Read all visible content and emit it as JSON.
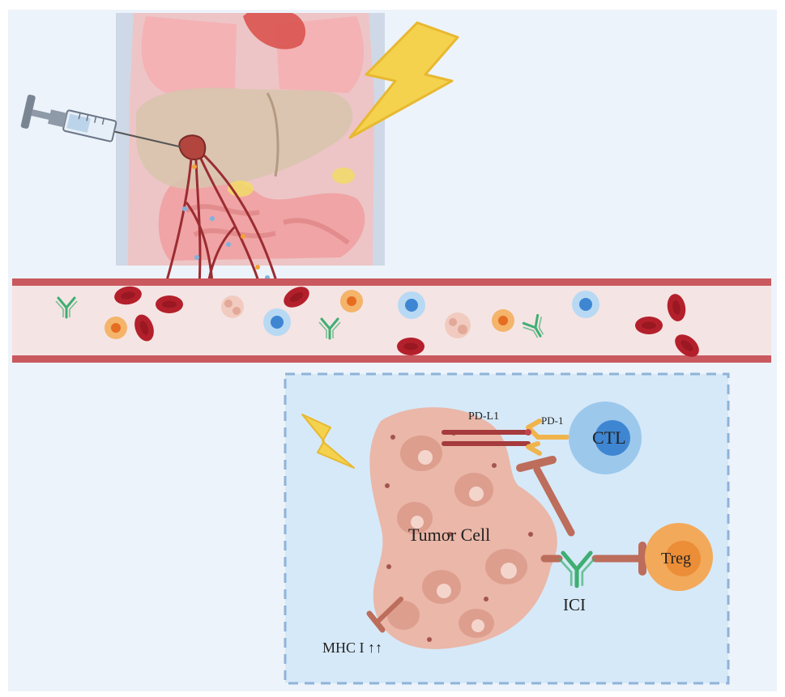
{
  "labels": {
    "pdl1": "PD-L1",
    "pd1": "PD-1",
    "ctl": "CTL",
    "tumor_cell": "Tumor Cell",
    "treg": "Treg",
    "ici": "ICI",
    "mhc": "MHC I ↑↑"
  },
  "icons": [
    "syringe-icon",
    "lightning-icon",
    "antibody-icon",
    "liver-icon",
    "tumor-icon",
    "blood-vessel-icon",
    "red-blood-cell-icon",
    "lymphocyte-icon",
    "inhibition-arrow-icon"
  ],
  "colors": {
    "background": "#edf3fa",
    "inset_panel": "#d6e9f8",
    "inset_border": "#8fb3d9",
    "vessel_wall": "#c9595e",
    "vessel_lumen": "#f5e4e4",
    "rbc": "#b3202b",
    "antibody": "#3fae72",
    "lightning": "#f4d24d",
    "ctl": "#9cc8ec",
    "ctl_nucleus": "#3f86d2",
    "treg": "#f0a04e",
    "inhibition": "#bd6d5b",
    "tumor": "#eab7a8"
  }
}
